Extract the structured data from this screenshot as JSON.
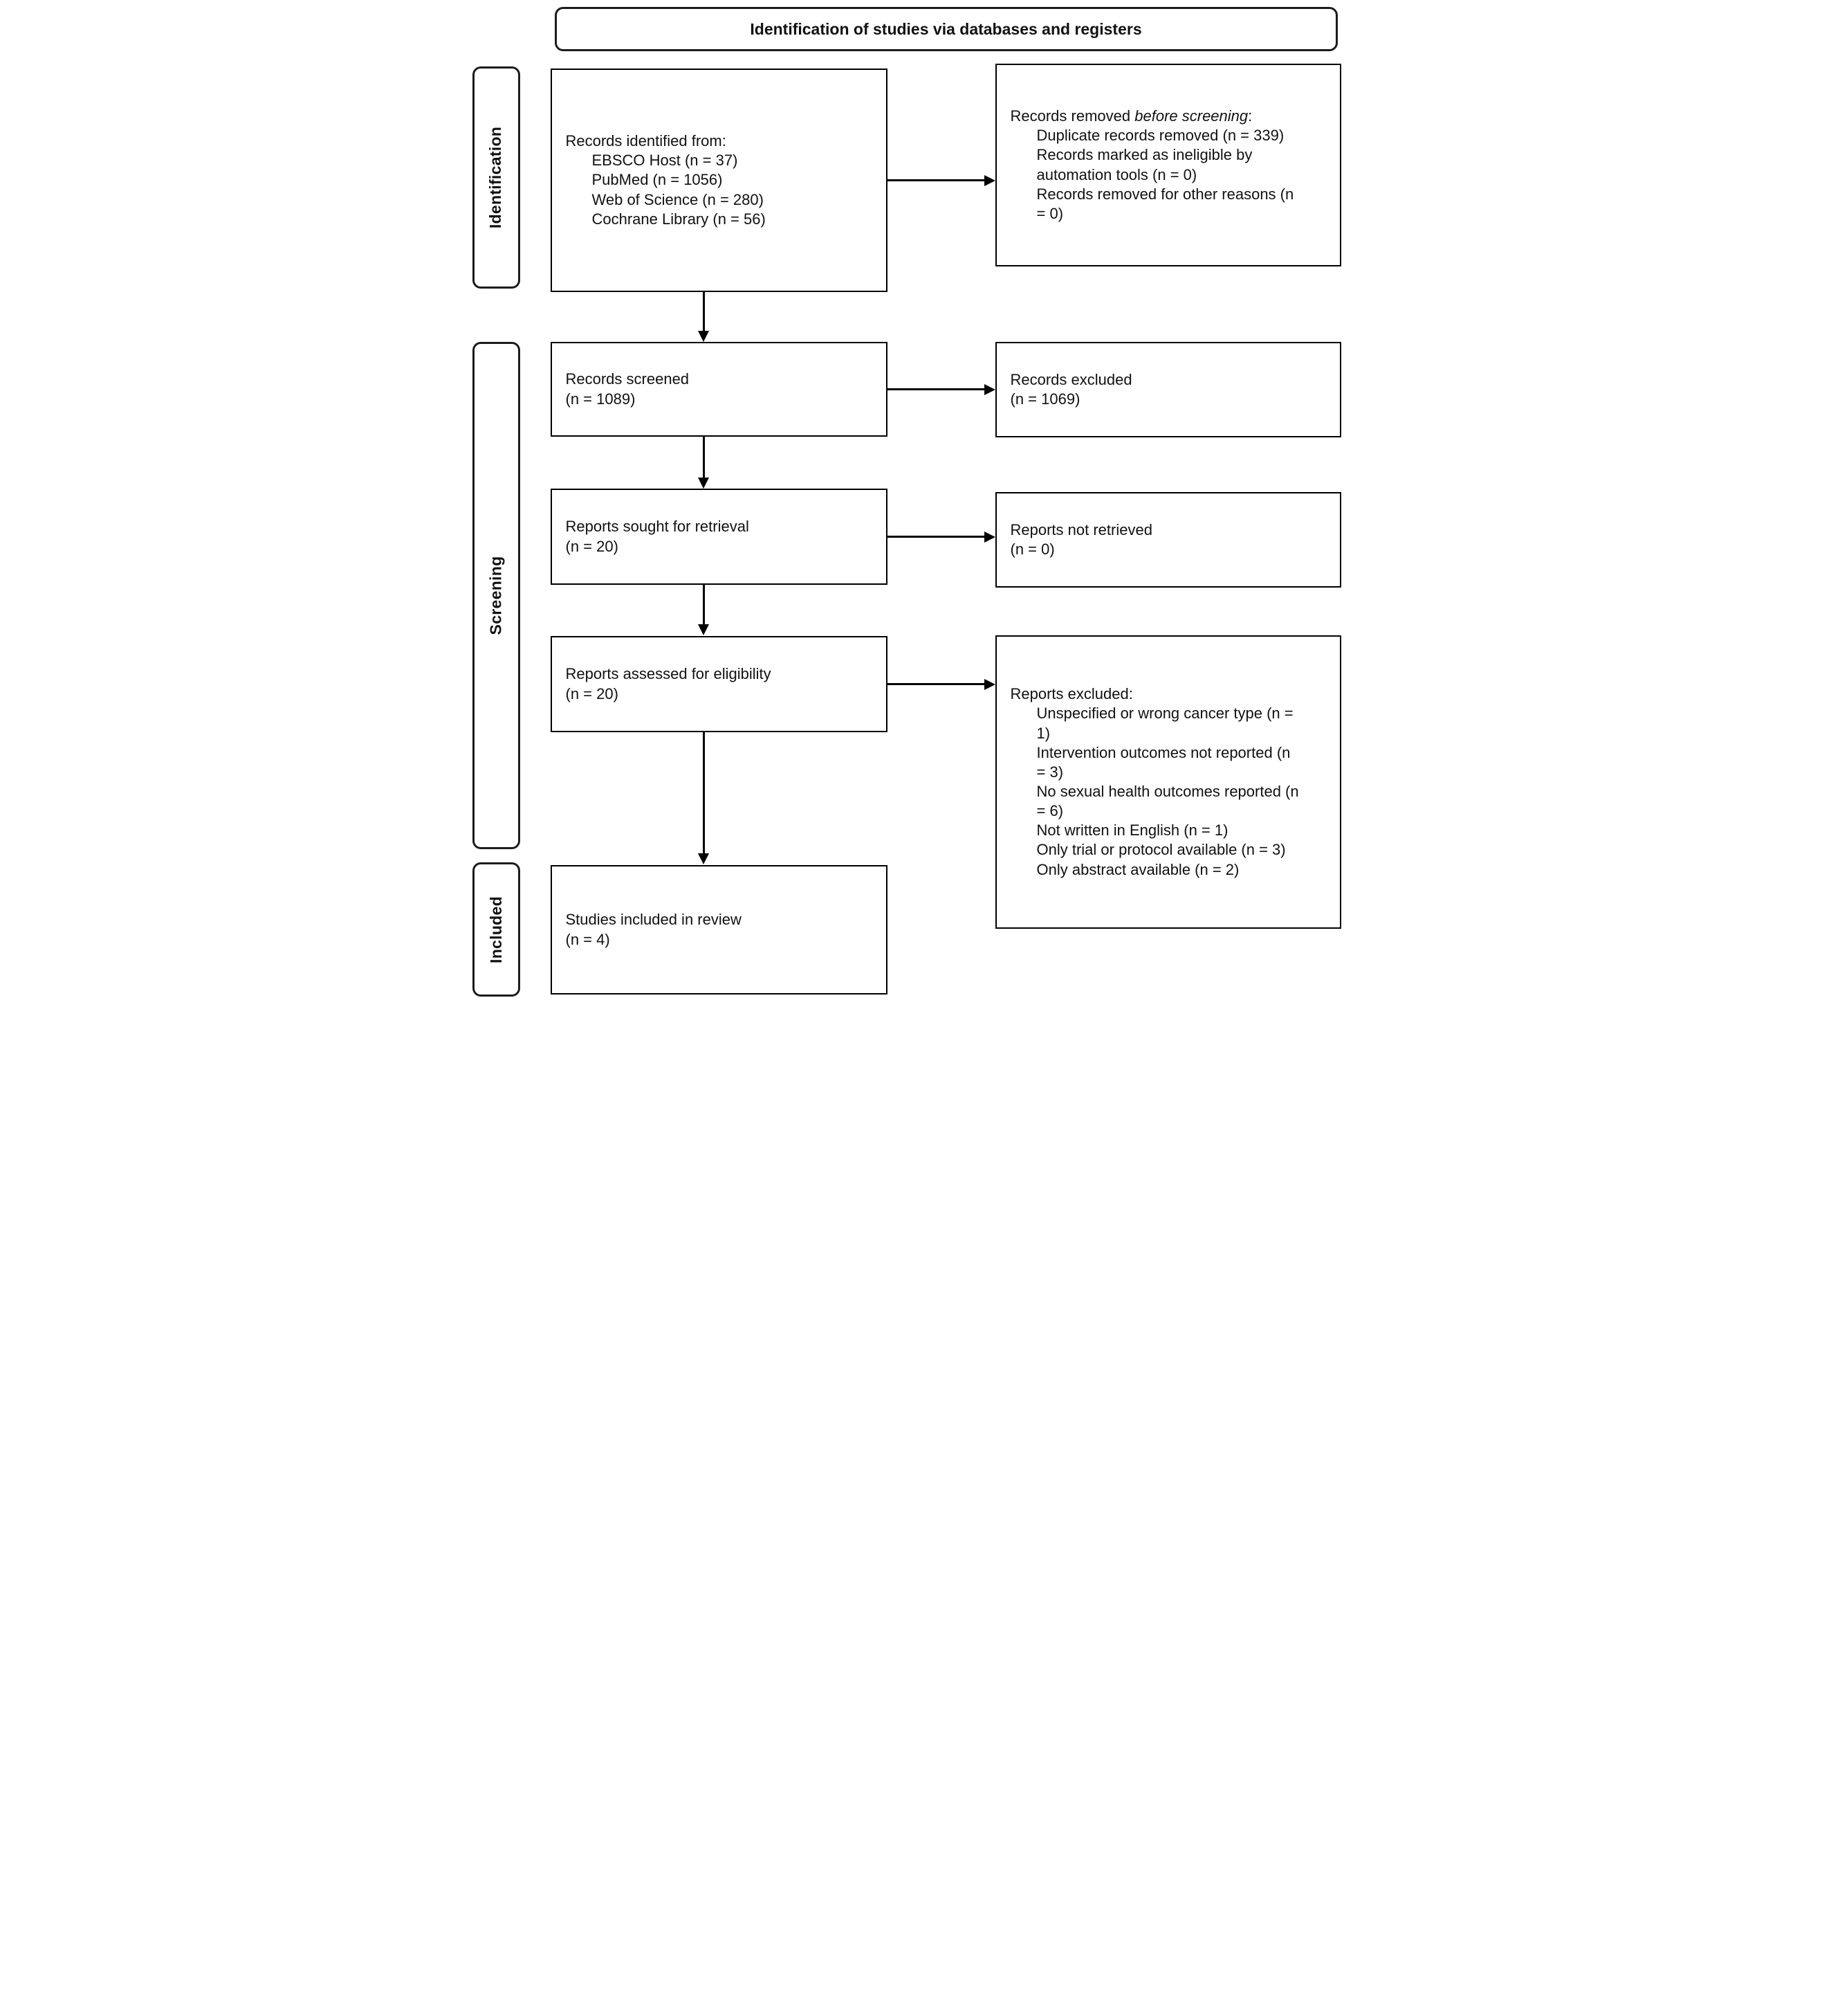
{
  "title": "Identification of studies via databases and registers",
  "colors": {
    "border": "#000000",
    "background": "#ffffff",
    "text": "#111111"
  },
  "stages": [
    {
      "id": "identification",
      "label": "Identification"
    },
    {
      "id": "screening",
      "label": "Screening"
    },
    {
      "id": "included",
      "label": "Included"
    }
  ],
  "boxes": {
    "identified": {
      "heading": "Records identified from:",
      "items": [
        "EBSCO Host (n = 37)",
        "PubMed (n = 1056)",
        "Web of Science (n = 280)",
        "Cochrane Library (n = 56)"
      ]
    },
    "removed_before_screening": {
      "heading_prefix": "Records removed ",
      "heading_italic": "before screening",
      "heading_suffix": ":",
      "items": [
        "Duplicate records removed (n = 339)",
        "Records marked as ineligible by automation tools (n = 0)",
        "Records removed for other reasons (n = 0)"
      ]
    },
    "screened": {
      "line1": "Records screened",
      "line2": "(n = 1089)"
    },
    "records_excluded": {
      "line1": "Records excluded",
      "line2": "(n = 1069)"
    },
    "sought_for_retrieval": {
      "line1": "Reports sought for retrieval",
      "line2": "(n = 20)"
    },
    "not_retrieved": {
      "line1": "Reports not retrieved",
      "line2": "(n = 0)"
    },
    "assessed_for_eligibility": {
      "line1": "Reports assessed for eligibility",
      "line2": "(n = 20)"
    },
    "reports_excluded": {
      "heading": "Reports excluded:",
      "items": [
        "Unspecified or wrong cancer type (n = 1)",
        "Intervention outcomes not reported (n = 3)",
        "No sexual health outcomes reported (n = 6)",
        "Not written in English (n = 1)",
        "Only trial or protocol available (n = 3)",
        "Only abstract available (n = 2)"
      ]
    },
    "included_in_review": {
      "line1": "Studies included in review",
      "line2": "(n = 4)"
    }
  }
}
